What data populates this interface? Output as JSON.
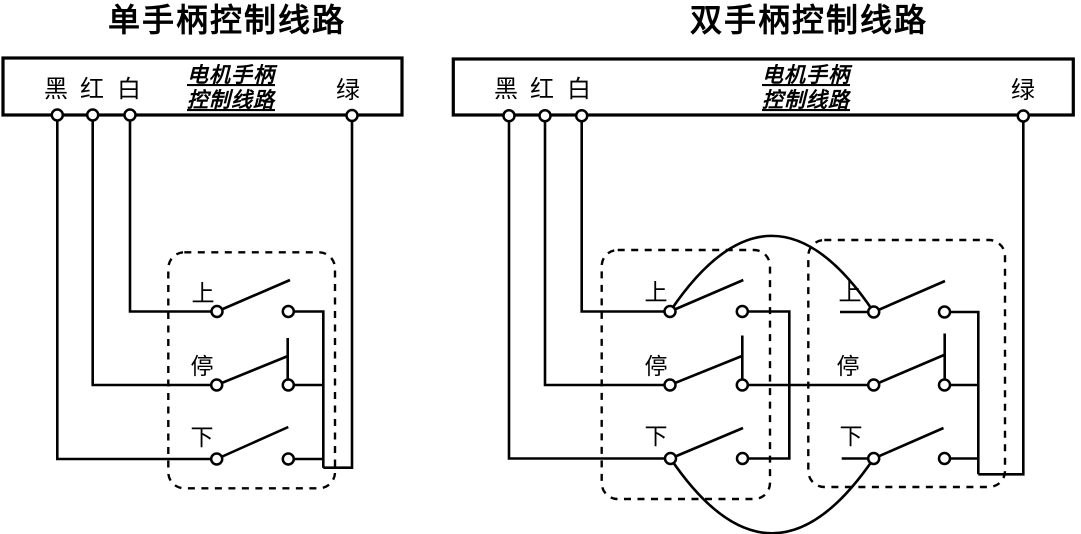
{
  "colors": {
    "line": "#000000",
    "background": "#ffffff"
  },
  "diagrams": {
    "single": {
      "title": "单手柄控制线路",
      "terminal_box": {
        "line1": "电机手柄",
        "line2": "控制线路",
        "black": "黑",
        "red": "红",
        "white": "白",
        "green": "绿"
      },
      "handle": {
        "up": "上",
        "stop": "停",
        "down": "下"
      }
    },
    "dual": {
      "title": "双手柄控制线路",
      "terminal_box": {
        "line1": "电机手柄",
        "line2": "控制线路",
        "black": "黑",
        "red": "红",
        "white": "白",
        "green": "绿"
      },
      "left_handle": {
        "up": "上",
        "stop": "停",
        "down": "下"
      },
      "right_handle": {
        "up": "上",
        "stop": "停",
        "down": "下"
      }
    }
  }
}
